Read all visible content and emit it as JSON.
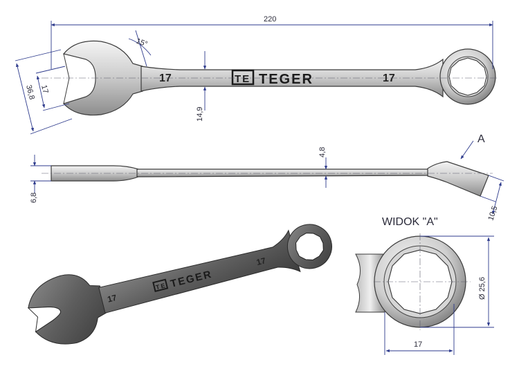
{
  "dimensions": {
    "length": "220",
    "angle": "15°",
    "jaw_width": "36,8",
    "opening": "17",
    "shank_width": "14,9",
    "shank_thickness": "4,8",
    "open_end_thickness": "6,8",
    "ring_thickness": "10,5",
    "ring_outer_diameter": "Ø 25,6",
    "ring_size": "17"
  },
  "markings": {
    "brand": "TEGER",
    "logo_letter": "TE",
    "size": "17"
  },
  "view": {
    "title": "WIDOK \"A\"",
    "arrow_label": "A"
  },
  "colors": {
    "dimension_line": "#2d3a8c",
    "steel_light": "#e6e6e6",
    "steel_dark": "#8a8a8a"
  }
}
